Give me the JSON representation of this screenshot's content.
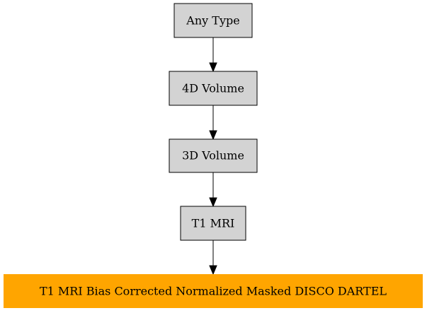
{
  "colors": {
    "node_fill": "#d3d3d3",
    "highlight_fill": "#ffa500",
    "stroke": "#000000",
    "background": "#ffffff"
  },
  "diagram": {
    "nodes": [
      {
        "id": "any-type",
        "label": "Any Type",
        "highlight": false
      },
      {
        "id": "4d-volume",
        "label": "4D Volume",
        "highlight": false
      },
      {
        "id": "3d-volume",
        "label": "3D Volume",
        "highlight": false
      },
      {
        "id": "t1-mri",
        "label": "T1 MRI",
        "highlight": false
      },
      {
        "id": "t1-mri-bias-corrected",
        "label": "T1 MRI Bias Corrected Normalized Masked DISCO DARTEL",
        "highlight": true
      }
    ],
    "edges": [
      {
        "from": "any-type",
        "to": "4d-volume"
      },
      {
        "from": "4d-volume",
        "to": "3d-volume"
      },
      {
        "from": "3d-volume",
        "to": "t1-mri"
      },
      {
        "from": "t1-mri",
        "to": "t1-mri-bias-corrected"
      }
    ]
  }
}
